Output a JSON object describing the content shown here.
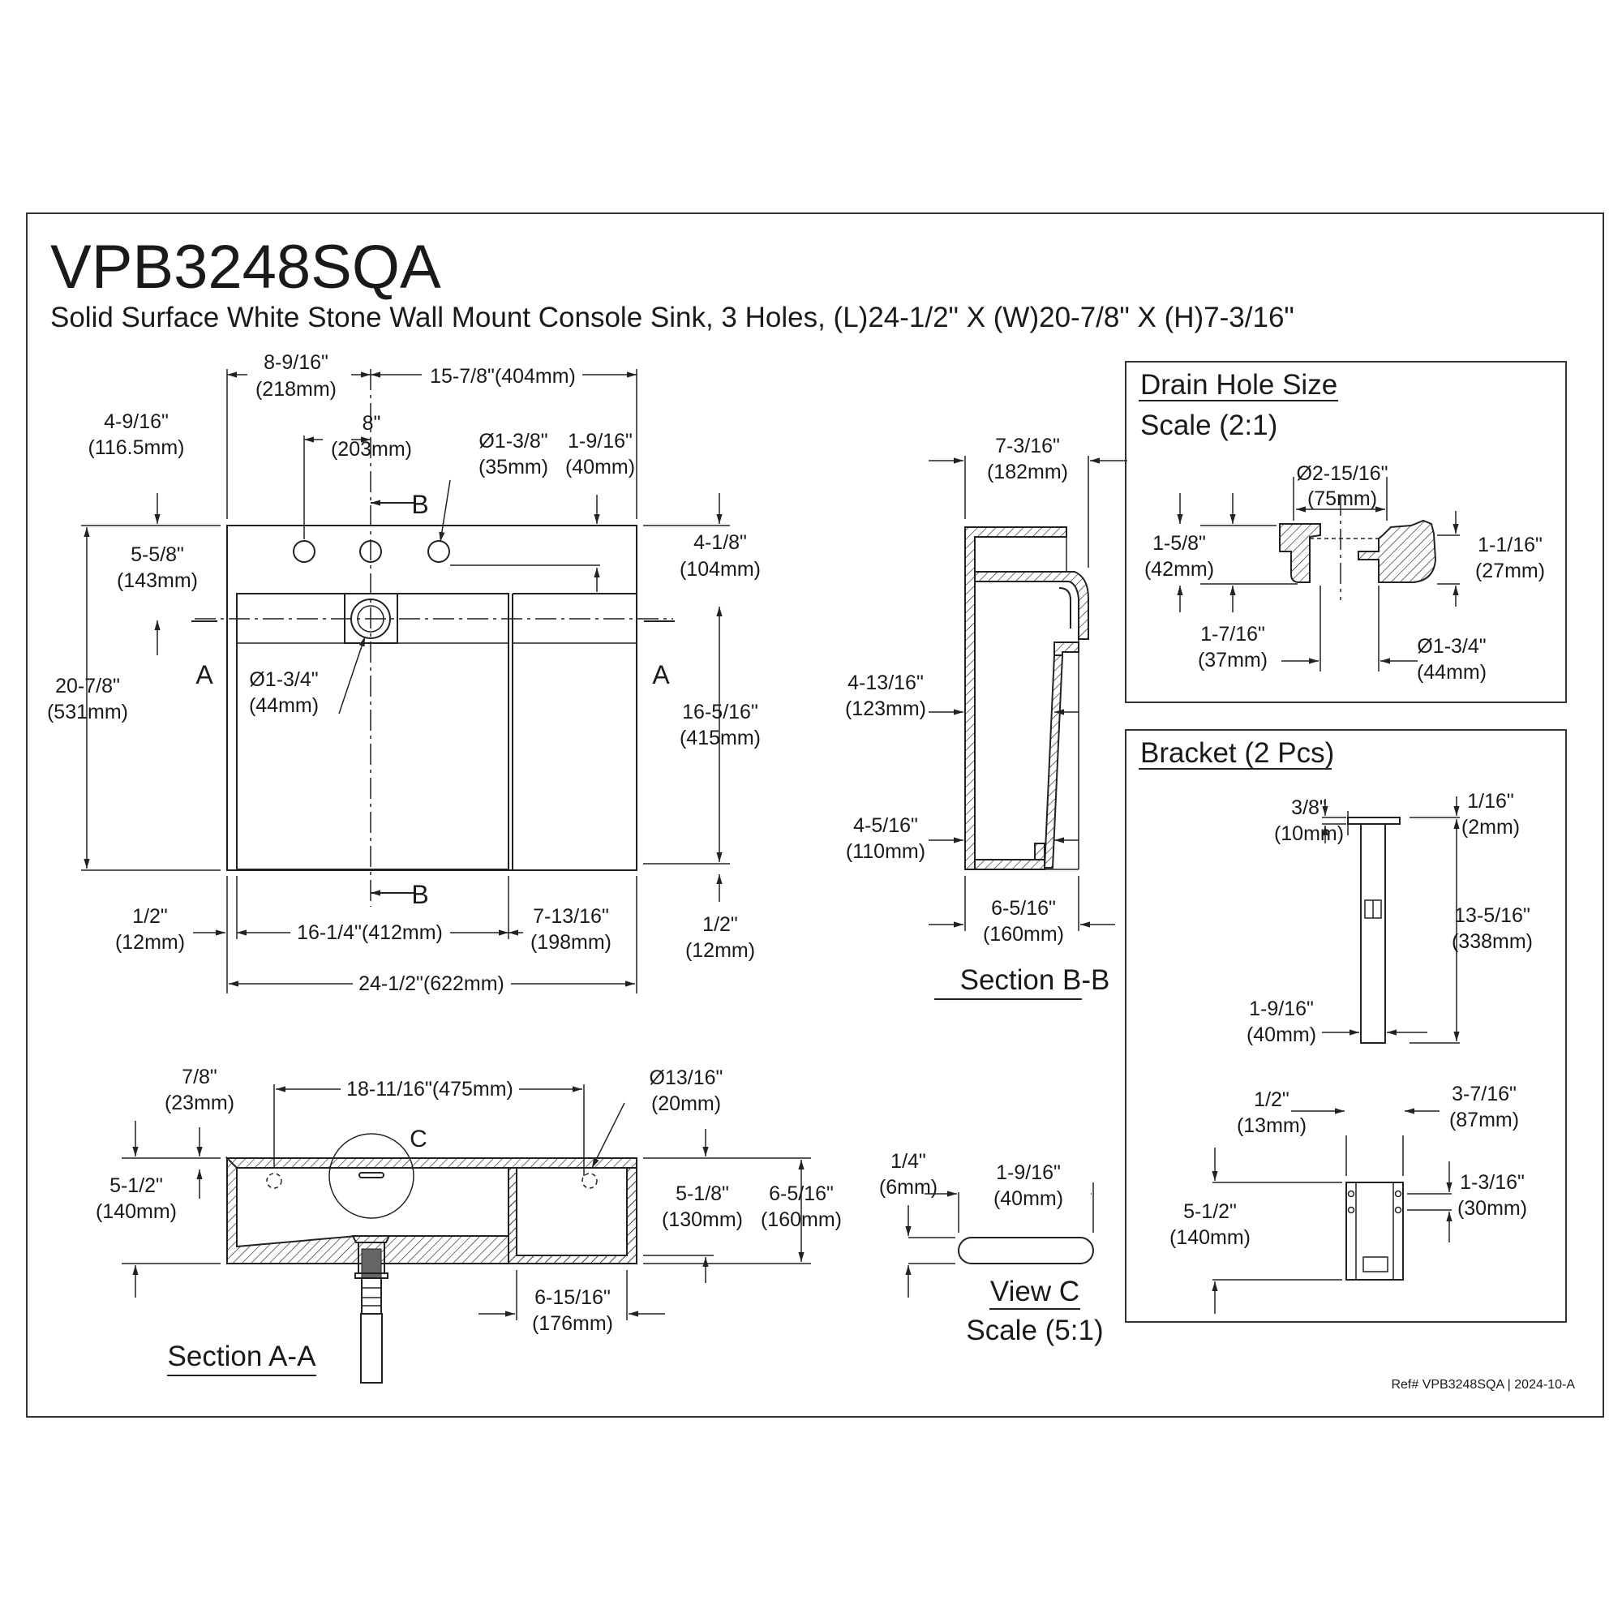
{
  "title": {
    "model": "VPB3248SQA",
    "subtitle": "Solid Surface White Stone Wall Mount Console Sink, 3 Holes, (L)24-1/2\" X (W)20-7/8\" X (H)7-3/16\""
  },
  "top_view": {
    "dims": [
      {
        "in": "8-9/16\"",
        "mm": "(218mm)"
      },
      {
        "in": "15-7/8\"(404mm)"
      },
      {
        "in": "4-9/16\"",
        "mm": "(116.5mm)"
      },
      {
        "in": "8\"",
        "mm": "(203mm)"
      },
      {
        "in": "Ø1-3/8\"",
        "mm": "(35mm)"
      },
      {
        "in": "1-9/16\"",
        "mm": "(40mm)"
      },
      {
        "in": "4-1/8\"",
        "mm": "(104mm)"
      },
      {
        "in": "5-5/8\"",
        "mm": "(143mm)"
      },
      {
        "in": "20-7/8\"",
        "mm": "(531mm)"
      },
      {
        "in": "Ø1-3/4\"",
        "mm": "(44mm)"
      },
      {
        "in": "16-5/16\"",
        "mm": "(415mm)"
      },
      {
        "in": "1/2\"",
        "mm": "(12mm)"
      },
      {
        "in": "16-1/4\"(412mm)"
      },
      {
        "in": "7-13/16\"",
        "mm": "(198mm)"
      },
      {
        "in": "1/2\"",
        "mm": "(12mm)"
      },
      {
        "in": "24-1/2\"(622mm)"
      }
    ],
    "section_marks": {
      "a": "A",
      "b": "B"
    }
  },
  "section_bb": {
    "label": "Section B-B",
    "dims": [
      {
        "in": "7-3/16\"",
        "mm": "(182mm)"
      },
      {
        "in": "4-13/16\"",
        "mm": "(123mm)"
      },
      {
        "in": "4-5/16\"",
        "mm": "(110mm)"
      },
      {
        "in": "6-5/16\"",
        "mm": "(160mm)"
      }
    ]
  },
  "drain_hole": {
    "title": "Drain Hole Size",
    "scale": "Scale (2:1)",
    "dims": [
      {
        "in": "Ø2-15/16\"",
        "mm": "(75mm)"
      },
      {
        "in": "1-5/8\"",
        "mm": "(42mm)"
      },
      {
        "in": "1-1/16\"",
        "mm": "(27mm)"
      },
      {
        "in": "1-7/16\"",
        "mm": "(37mm)"
      },
      {
        "in": "Ø1-3/4\"",
        "mm": "(44mm)"
      }
    ]
  },
  "bracket": {
    "title": "Bracket (2 Pcs)",
    "dims": [
      {
        "in": "3/8\"",
        "mm": "(10mm)"
      },
      {
        "in": "1/16\"",
        "mm": "(2mm)"
      },
      {
        "in": "13-5/16\"",
        "mm": "(338mm)"
      },
      {
        "in": "1-9/16\"",
        "mm": "(40mm)"
      },
      {
        "in": "1/2\"",
        "mm": "(13mm)"
      },
      {
        "in": "3-7/16\"",
        "mm": "(87mm)"
      },
      {
        "in": "1-3/16\"",
        "mm": "(30mm)"
      },
      {
        "in": "5-1/2\"",
        "mm": "(140mm)"
      }
    ]
  },
  "section_aa": {
    "label": "Section A-A",
    "detail_mark": "C",
    "dims": [
      {
        "in": "7/8\"",
        "mm": "(23mm)"
      },
      {
        "in": "18-11/16\"(475mm)"
      },
      {
        "in": "Ø13/16\"",
        "mm": "(20mm)"
      },
      {
        "in": "5-1/2\"",
        "mm": "(140mm)"
      },
      {
        "in": "5-1/8\"",
        "mm": "(130mm)"
      },
      {
        "in": "6-5/16\"",
        "mm": "(160mm)"
      },
      {
        "in": "6-15/16\"",
        "mm": "(176mm)"
      }
    ]
  },
  "view_c": {
    "label": "View C",
    "scale": "Scale (5:1)",
    "dims": [
      {
        "in": "1/4\"",
        "mm": "(6mm)"
      },
      {
        "in": "1-9/16\"",
        "mm": "(40mm)"
      }
    ]
  },
  "ref": "Ref# VPB3248SQA | 2024-10-A"
}
